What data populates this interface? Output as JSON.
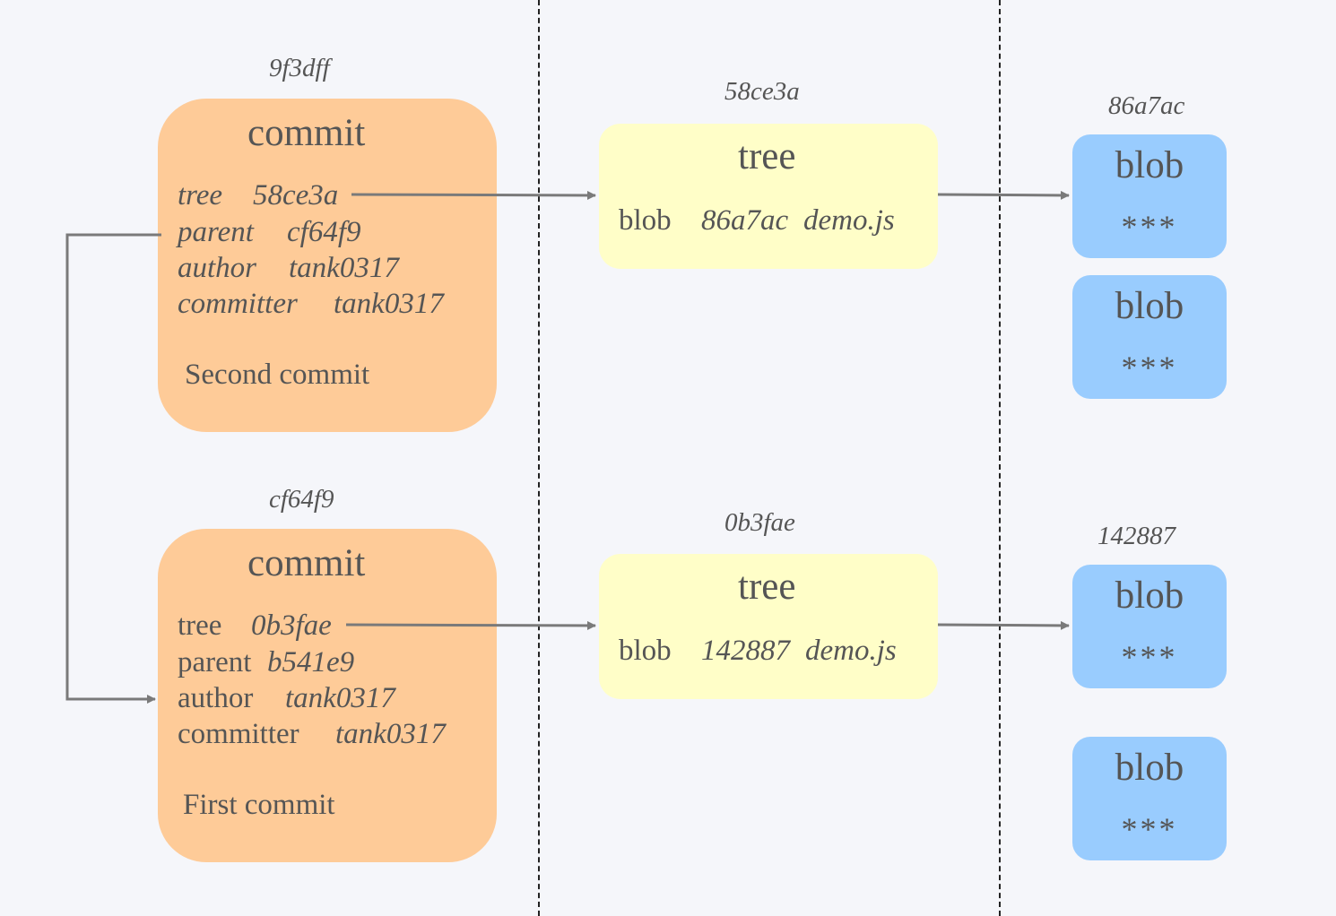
{
  "commits": [
    {
      "hash": "9f3dff",
      "title": "commit",
      "rows": [
        {
          "key": "tree",
          "value": "58ce3a",
          "key_italic": true
        },
        {
          "key": "parent",
          "value": "cf64f9",
          "key_italic": true
        },
        {
          "key": "author",
          "value": "tank0317",
          "key_italic": true
        },
        {
          "key": "committer",
          "value": "tank0317",
          "key_italic": true
        }
      ],
      "message": "Second commit"
    },
    {
      "hash": "cf64f9",
      "title": "commit",
      "rows": [
        {
          "key": "tree",
          "value": "0b3fae",
          "key_italic": false
        },
        {
          "key": "parent",
          "value": "b541e9",
          "key_italic": false
        },
        {
          "key": "author",
          "value": "tank0317",
          "key_italic": false
        },
        {
          "key": "committer",
          "value": "tank0317",
          "key_italic": false
        }
      ],
      "message": "First commit"
    }
  ],
  "trees": [
    {
      "hash": "58ce3a",
      "title": "tree",
      "entry": {
        "type": "blob",
        "hash": "86a7ac",
        "file": "demo.js"
      }
    },
    {
      "hash": "0b3fae",
      "title": "tree",
      "entry": {
        "type": "blob",
        "hash": "142887",
        "file": "demo.js"
      }
    }
  ],
  "blobs": [
    {
      "hash": "86a7ac",
      "title": "blob",
      "content": "***"
    },
    {
      "hash": "",
      "title": "blob",
      "content": "***"
    },
    {
      "hash": "142887",
      "title": "blob",
      "content": "***"
    },
    {
      "hash": "",
      "title": "blob",
      "content": "***"
    }
  ],
  "colors": {
    "commit": "#fecb98",
    "tree": "#fffec8",
    "blob": "#99ccfe",
    "arrow": "#7a7a7a",
    "text": "#555555",
    "background": "#f5f6fa"
  }
}
